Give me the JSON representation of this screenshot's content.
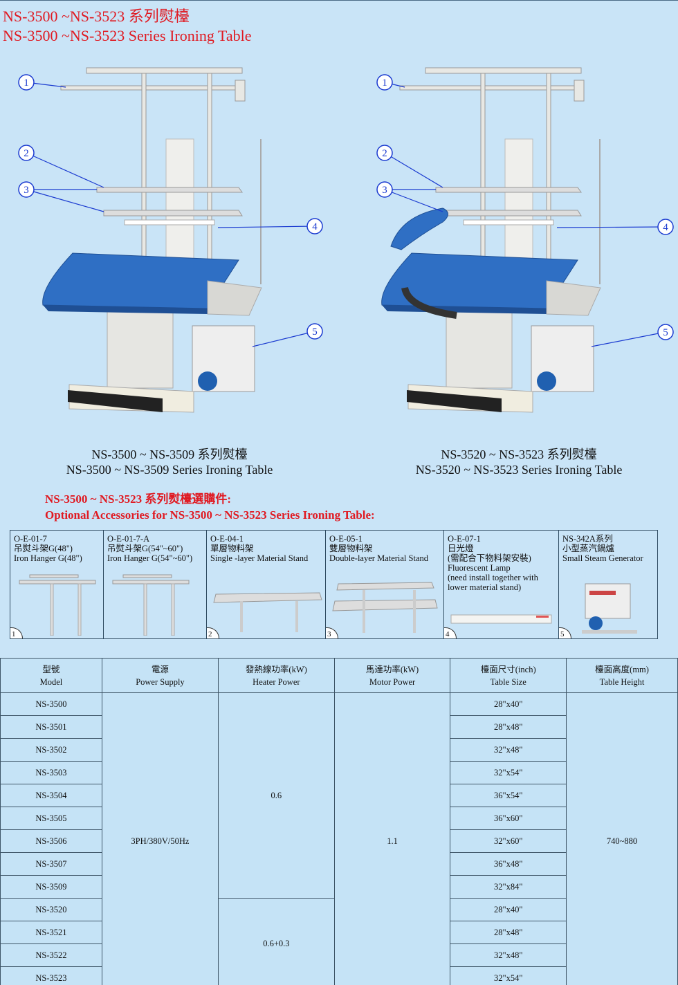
{
  "title": {
    "zh": "NS-3500 ~NS-3523 系列熨檯",
    "en": "NS-3500 ~NS-3523 Series Ironing Table"
  },
  "products": [
    {
      "caption_zh": "NS-3500 ~ NS-3509 系列熨檯",
      "caption_en": "NS-3500 ~ NS-3509 Series Ironing Table",
      "callouts": [
        "1",
        "2",
        "3",
        "4",
        "5"
      ]
    },
    {
      "caption_zh": "NS-3520 ~ NS-3523 系列熨檯",
      "caption_en": "NS-3520 ~ NS-3523 Series Ironing Table",
      "callouts": [
        "1",
        "2",
        "3",
        "4",
        "5"
      ]
    }
  ],
  "accessories_heading": {
    "zh": "NS-3500 ~ NS-3523 系列熨檯選購件:",
    "en": "Optional Accessories for NS-3500 ~ NS-3523 Series Ironing Table:"
  },
  "accessories": [
    {
      "code": "O-E-01-7",
      "lines": [
        "吊熨斗架G(48\")",
        "Iron Hanger G(48\")"
      ],
      "num": "1"
    },
    {
      "code": "O-E-01-7-A",
      "lines": [
        "吊熨斗架G(54\"~60\")",
        "Iron Hanger G(54\"~60\")"
      ],
      "num": ""
    },
    {
      "code": "O-E-04-1",
      "lines": [
        "單層物料架",
        "Single -layer Material Stand"
      ],
      "num": "2"
    },
    {
      "code": "O-E-05-1",
      "lines": [
        "雙層物料架",
        "Double-layer Material Stand"
      ],
      "num": "3"
    },
    {
      "code": "O-E-07-1",
      "lines": [
        "日光燈",
        "(需配合下物料架安裝)",
        "Fluorescent Lamp",
        "(need install together with",
        "lower material stand)"
      ],
      "num": "4"
    },
    {
      "code": "NS-342A系列",
      "lines": [
        "小型蒸汽鍋爐",
        "Small Steam Generator"
      ],
      "num": "5"
    }
  ],
  "spec_table": {
    "headers": [
      {
        "zh": "型號",
        "en": "Model"
      },
      {
        "zh": "電源",
        "en": "Power Supply"
      },
      {
        "zh": "發熱線功率(kW)",
        "en": "Heater Power"
      },
      {
        "zh": "馬達功率(kW)",
        "en": "Motor Power"
      },
      {
        "zh": "檯面尺寸(inch)",
        "en": "Table Size"
      },
      {
        "zh": "檯面高度(mm)",
        "en": "Table Height"
      }
    ],
    "power_supply": "3PH/380V/50Hz",
    "heater_power": [
      "0.6",
      "0.6+0.3"
    ],
    "motor_power": "1.1",
    "table_height": "740~880",
    "rows": [
      {
        "model": "NS-3500",
        "size": "28\"x40\""
      },
      {
        "model": "NS-3501",
        "size": "28\"x48\""
      },
      {
        "model": "NS-3502",
        "size": "32\"x48\""
      },
      {
        "model": "NS-3503",
        "size": "32\"x54\""
      },
      {
        "model": "NS-3504",
        "size": "36\"x54\""
      },
      {
        "model": "NS-3505",
        "size": "36\"x60\""
      },
      {
        "model": "NS-3506",
        "size": "32\"x60\""
      },
      {
        "model": "NS-3507",
        "size": "36\"x48\""
      },
      {
        "model": "NS-3509",
        "size": "32\"x84\""
      },
      {
        "model": "NS-3520",
        "size": "28\"x40\""
      },
      {
        "model": "NS-3521",
        "size": "28\"x48\""
      },
      {
        "model": "NS-3522",
        "size": "32\"x48\""
      },
      {
        "model": "NS-3523",
        "size": "32\"x54\""
      }
    ]
  }
}
